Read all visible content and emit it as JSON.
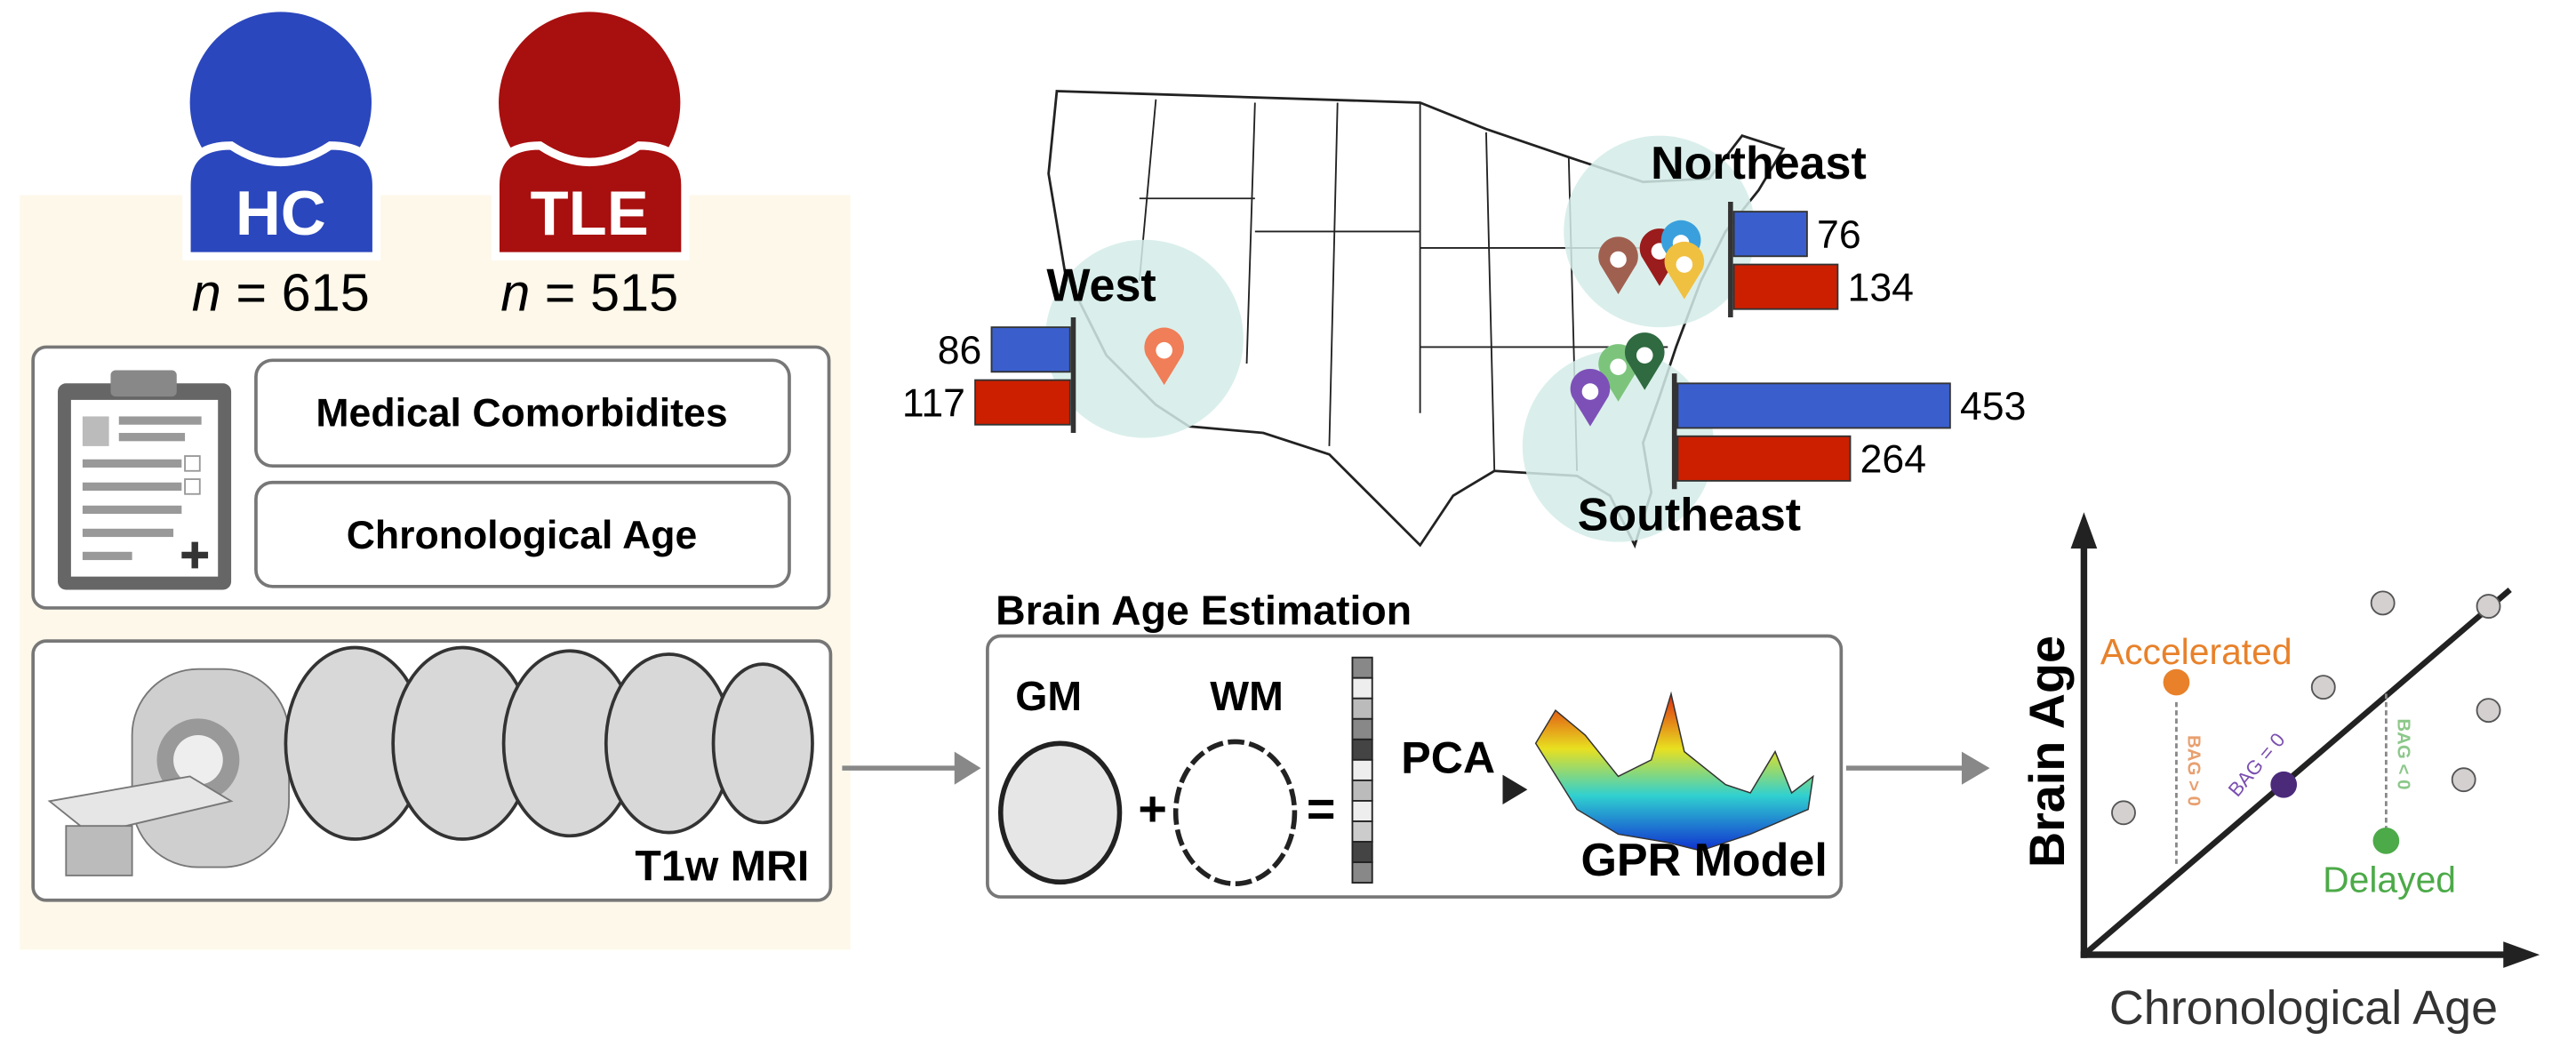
{
  "cohorts": [
    {
      "label": "HC",
      "n_prefix": "n",
      "n_text": " = 615",
      "color": "#2b47bd"
    },
    {
      "label": "TLE",
      "n_prefix": "n",
      "n_text": " = 515",
      "color": "#a80f0f"
    }
  ],
  "clinical": {
    "items": [
      "Medical Comorbidites",
      "Chronological Age"
    ]
  },
  "mri": {
    "label": "T1w MRI"
  },
  "map": {
    "regions": [
      {
        "name": "West",
        "hc": 86,
        "tle": 117,
        "hc_label": "86",
        "tle_label": "117"
      },
      {
        "name": "Northeast",
        "hc": 76,
        "tle": 134,
        "hc_label": "76",
        "tle_label": "134"
      },
      {
        "name": "Southeast",
        "hc": 453,
        "tle": 264,
        "hc_label": "453",
        "tle_label": "264"
      }
    ],
    "colors": {
      "hc": "#3a5fcd",
      "tle": "#cc1f00",
      "region": "#d4ece8"
    }
  },
  "estimation": {
    "title": "Brain Age Estimation",
    "gm": "GM",
    "wm": "WM",
    "plus": "+",
    "equals": "=",
    "pca": "PCA",
    "model": "GPR Model"
  },
  "bag_plot": {
    "x_label": "Chronological Age",
    "y_label": "Brain Age",
    "accelerated": "Accelerated",
    "delayed": "Delayed",
    "bag_pos": "BAG > 0",
    "bag_zero": "BAG = 0",
    "bag_neg": "BAG < 0",
    "colors": {
      "accelerated": "#e8812a",
      "delayed": "#4caa48",
      "zero": "#4b2a7a",
      "other": "#d4d0d0"
    }
  }
}
